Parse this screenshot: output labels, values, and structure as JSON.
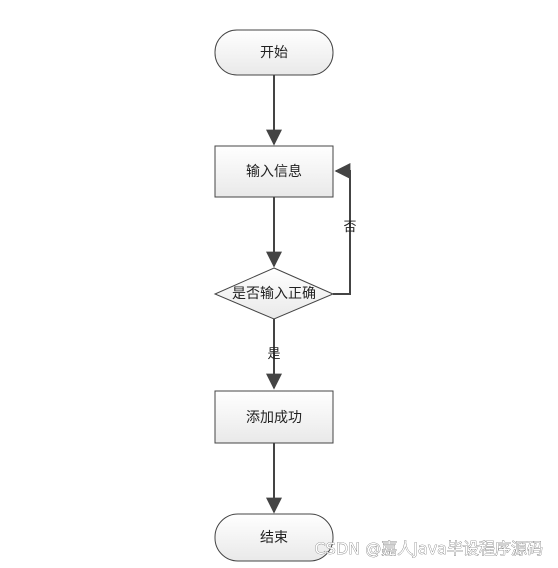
{
  "nodes": {
    "start": "开始",
    "input": "输入信息",
    "decision": "是否输入正确",
    "success": "添加成功",
    "end": "结束"
  },
  "edges": {
    "no_label": "否",
    "yes_label": "是"
  },
  "watermark": "CSDN @嘉人Java毕设程序源码",
  "colors": {
    "stroke": "#444444",
    "fill_top": "#ffffff",
    "fill_bottom": "#e9e9e9"
  }
}
